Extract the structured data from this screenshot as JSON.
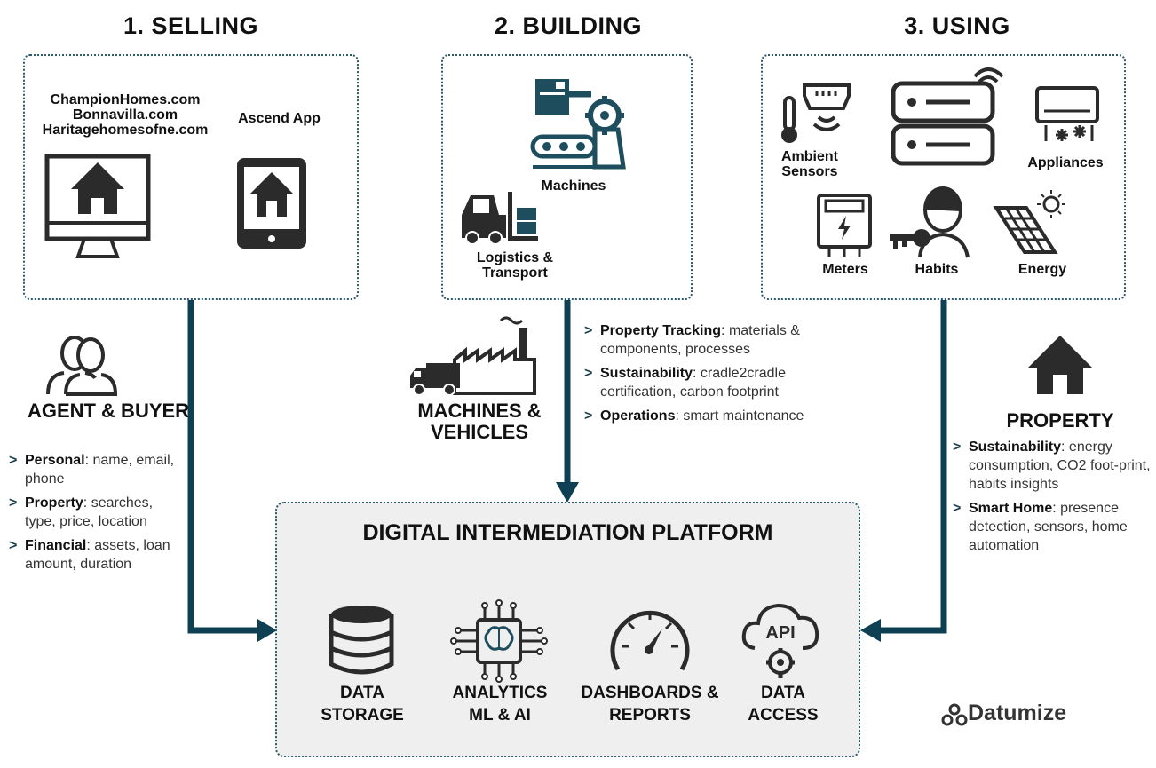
{
  "columns": {
    "selling": {
      "title": "1. SELLING",
      "websites": [
        "ChampionHomes.com",
        "Bonnavilla.com",
        "Haritagehomesofne.com"
      ],
      "app_label": "Ascend App",
      "actor_label": "AGENT & BUYER",
      "list": [
        {
          "key": "Personal",
          "text": ": name, email, phone"
        },
        {
          "key": "Property",
          "text": ": searches, type, price, location"
        },
        {
          "key": "Financial",
          "text": ": assets, loan amount, duration"
        }
      ]
    },
    "building": {
      "title": "2. BUILDING",
      "machines_label": "Machines",
      "logistics_label": "Logistics & Transport",
      "actor_label": "MACHINES & VEHICLES",
      "list": [
        {
          "key": "Property Tracking",
          "text": ": materials & components, processes"
        },
        {
          "key": "Sustainability",
          "text": ": cradle2cradle certification, carbon footprint"
        },
        {
          "key": "Operations",
          "text": ": smart maintenance"
        }
      ]
    },
    "using": {
      "title": "3. USING",
      "ambient_label": "Ambient Sensors",
      "appliances_label": "Appliances",
      "meters_label": "Meters",
      "habits_label": "Habits",
      "energy_label": "Energy",
      "actor_label": "PROPERTY",
      "list": [
        {
          "key": "Sustainability",
          "text": ": energy consumption, CO2 foot-print, habits insights"
        },
        {
          "key": "Smart Home",
          "text": ": presence detection, sensors, home automation"
        }
      ]
    }
  },
  "platform": {
    "title": "DIGITAL INTERMEDIATION PLATFORM",
    "items": [
      {
        "label": "DATA STORAGE",
        "icon": "database-icon"
      },
      {
        "label": "ANALYTICS ML & AI",
        "icon": "ai-chip-icon"
      },
      {
        "label": "DASHBOARDS & REPORTS",
        "icon": "gauge-icon"
      },
      {
        "label": "DATA ACCESS",
        "icon": "api-cloud-icon"
      }
    ]
  },
  "brand": {
    "name": "Datumize"
  },
  "colors": {
    "accent": "#0e3f52",
    "dark_icon": "#2b2b2b",
    "teal_icon": "#1e4e5e",
    "platform_bg": "#efefef"
  }
}
